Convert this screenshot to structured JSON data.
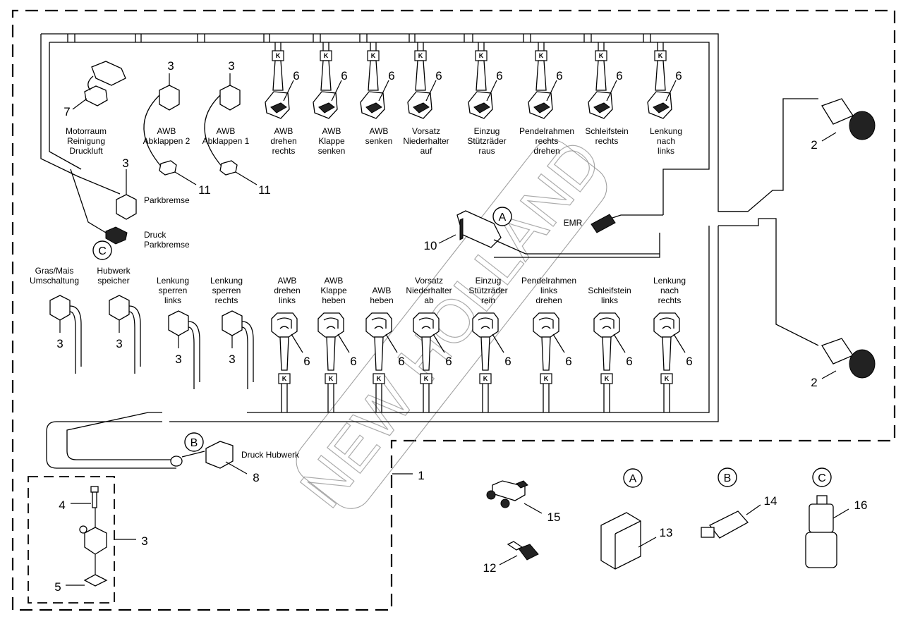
{
  "diagram": {
    "title": "Wiring harness parts diagram",
    "callout_numbers": {
      "assembly": "1",
      "round_connector": "2",
      "valve_plug": "3",
      "screw": "4",
      "seal": "5",
      "coil_connector": "6",
      "motor_connector": "7",
      "pressure_connector": "8",
      "ecu_connector": "10",
      "plug_11": "11",
      "plug_12": "12",
      "module_13": "13",
      "sensor_14": "14",
      "t_block_15": "15",
      "switch_16": "16"
    },
    "reference_tags": [
      "A",
      "B",
      "C"
    ],
    "top_labels": [
      {
        "lines": [
          "Motorraum",
          "Reinigung",
          "Druckluft"
        ]
      },
      {
        "lines": [
          "AWB",
          "Abklappen 2"
        ]
      },
      {
        "lines": [
          "AWB",
          "Abklappen 1"
        ]
      },
      {
        "lines": [
          "AWB",
          "drehen",
          "rechts"
        ]
      },
      {
        "lines": [
          "AWB",
          "Klappe",
          "senken"
        ]
      },
      {
        "lines": [
          "AWB",
          "senken"
        ]
      },
      {
        "lines": [
          "Vorsatz",
          "Niederhalter",
          "auf"
        ]
      },
      {
        "lines": [
          "Einzug",
          "Stützräder",
          "raus"
        ]
      },
      {
        "lines": [
          "Pendelrahmen",
          "rechts",
          "drehen"
        ]
      },
      {
        "lines": [
          "Schleifstein",
          "rechts"
        ]
      },
      {
        "lines": [
          "Lenkung",
          "nach",
          "links"
        ]
      }
    ],
    "bottom_labels": [
      {
        "lines": [
          "Gras/Mais",
          "Umschaltung"
        ]
      },
      {
        "lines": [
          "Hubwerk",
          "speicher"
        ]
      },
      {
        "lines": [
          "Lenkung",
          "sperren",
          "links"
        ]
      },
      {
        "lines": [
          "Lenkung",
          "sperren",
          "rechts"
        ]
      },
      {
        "lines": [
          "AWB",
          "drehen",
          "links"
        ]
      },
      {
        "lines": [
          "AWB",
          "Klappe",
          "heben"
        ]
      },
      {
        "lines": [
          "AWB",
          "heben"
        ]
      },
      {
        "lines": [
          "Vorsatz",
          "Niederhalter",
          "ab"
        ]
      },
      {
        "lines": [
          "Einzug",
          "Stützräder",
          "rein"
        ]
      },
      {
        "lines": [
          "Pendelrahmen",
          "links",
          "drehen"
        ]
      },
      {
        "lines": [
          "Schleifstein",
          "links"
        ]
      },
      {
        "lines": [
          "Lenkung",
          "nach",
          "rechts"
        ]
      }
    ],
    "side_labels": {
      "parkbremse": "Parkbremse",
      "druck_parkbremse_1": "Druck",
      "druck_parkbremse_2": "Parkbremse",
      "emr": "EMR",
      "druck_hubwerk": "Druck Hubwerk"
    },
    "k_marker": "K",
    "watermark": "NEW HOLLAND"
  }
}
